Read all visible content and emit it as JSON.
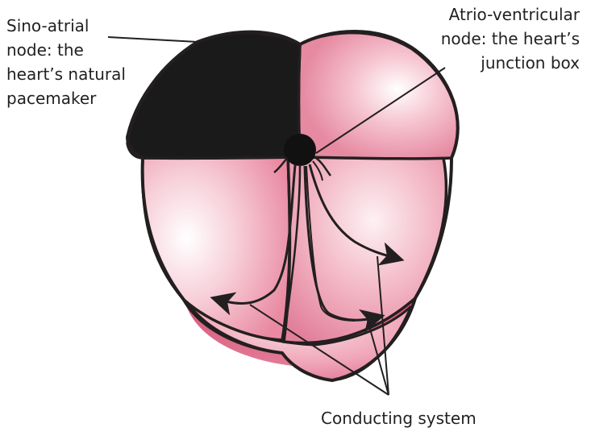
{
  "labels": {
    "sino_atrial": {
      "line1": "Sino-atrial",
      "line2": "node: the",
      "line3": "heart’s natural",
      "line4": "pacemaker"
    },
    "atrio_ventricular": {
      "line1": "Atrio-ventricular",
      "line2": "node: the heart’s",
      "line3": "junction box"
    },
    "conducting_system": "Conducting system"
  },
  "colors": {
    "outline": "#231f20",
    "pink_light": "#fbe3e8",
    "pink_mid": "#efa8b8",
    "pink_deep": "#d95f7f",
    "atrium_dark": "#1a1a1a"
  }
}
